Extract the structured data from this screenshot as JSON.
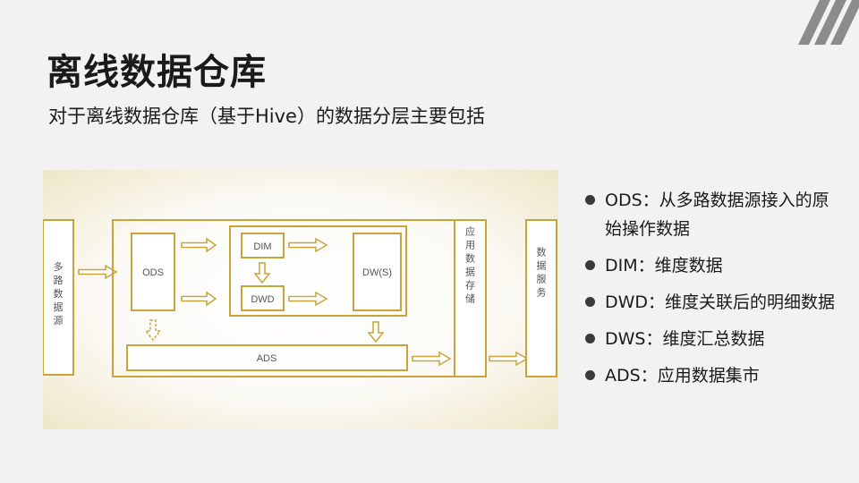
{
  "title": "离线数据仓库",
  "subtitle": "对于离线数据仓库（基于Hive）的数据分层主要包括",
  "diagram": {
    "source_label": "多路数据源",
    "ods_label": "ODS",
    "dim_label": "DIM",
    "dwd_label": "DWD",
    "dws_label": "DW(S)",
    "ads_label": "ADS",
    "storage_label": "应用数据存储",
    "service_label": "数据服务"
  },
  "bullets": [
    {
      "text": "ODS：从多路数据源接入的原始操作数据"
    },
    {
      "text": "DIM：维度数据"
    },
    {
      "text": "DWD：维度关联后的明细数据"
    },
    {
      "text": "DWS：维度汇总数据"
    },
    {
      "text": "ADS：应用数据集市"
    }
  ],
  "colors": {
    "diagram_stroke": "#c9a43a",
    "diagram_text": "#555555",
    "bullet_dot": "#3a3a3a"
  }
}
